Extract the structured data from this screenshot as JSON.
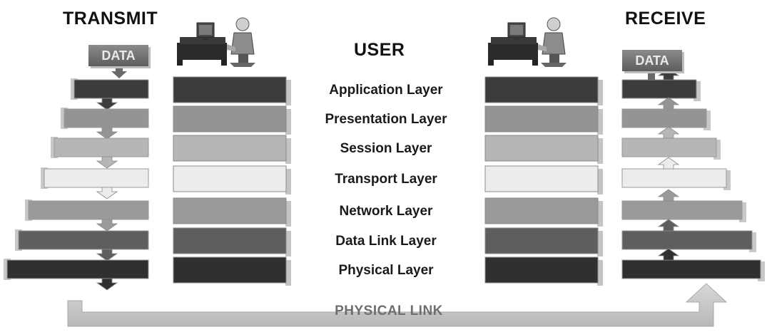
{
  "headers": {
    "transmit": "TRANSMIT",
    "receive": "RECEIVE",
    "user": "USER"
  },
  "data_tag_left": "DATA",
  "data_tag_right": "DATA",
  "physical_link": "PHYSICAL LINK",
  "layers": [
    {
      "name": "Application Layer",
      "color": "#3c3c3c"
    },
    {
      "name": "Presentation Layer",
      "color": "#949494"
    },
    {
      "name": "Session Layer",
      "color": "#b6b6b6"
    },
    {
      "name": "Transport Layer",
      "color": "#ececec"
    },
    {
      "name": "Network Layer",
      "color": "#9a9a9a"
    },
    {
      "name": "Data Link Layer",
      "color": "#5e5e5e"
    },
    {
      "name": "Physical Layer",
      "color": "#303030"
    }
  ],
  "icons": {
    "user_left": "workstation-user-icon",
    "user_right": "workstation-user-icon"
  }
}
